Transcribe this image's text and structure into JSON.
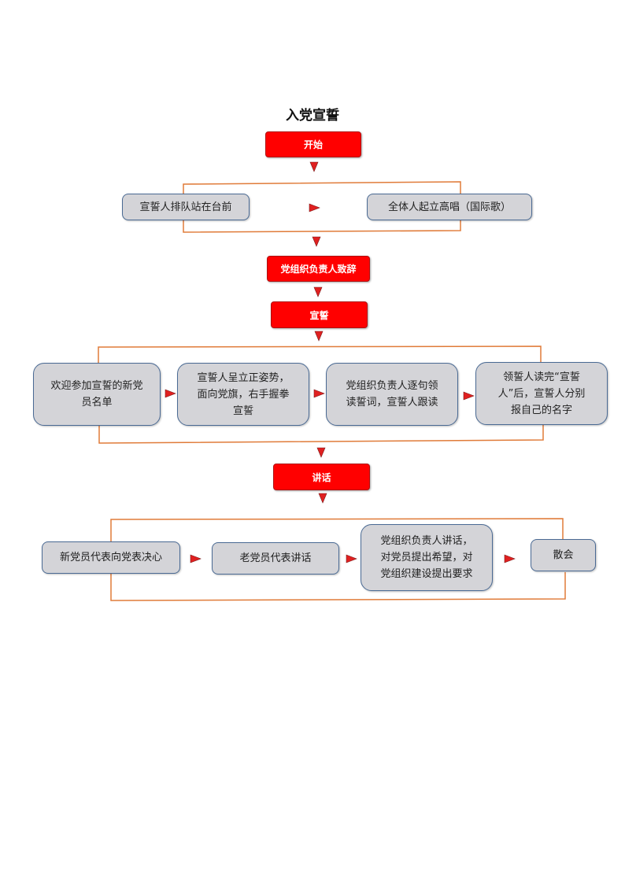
{
  "title": "入党宣誓",
  "steps": {
    "start": "开始",
    "leader_speech": "党组织负责人致辞",
    "oath": "宣誓",
    "speech": "讲话"
  },
  "group1": {
    "a": "宣誓人排队站在台前",
    "b": "全体人起立高唱（国际歌）"
  },
  "group2": {
    "a": "欢迎参加宣誓的新党\n员名单",
    "b": "宣誓人呈立正姿势，\n面向党旗，右手握拳\n宣誓",
    "c": "党组织负责人逐句领\n读誓词，宣誓人跟读",
    "d": "领誓人读完“宣誓\n人”后，宣誓人分别\n报自己的名字"
  },
  "group3": {
    "a": "新党员代表向党表决心",
    "b": "老党员代表讲话",
    "c": "党组织负责人讲话，\n对党员提出希望，对\n党组织建设提出要求",
    "d": "散会"
  },
  "colors": {
    "accent_red": "#ff0000",
    "box_grey": "#d4d4d8",
    "frame_orange": "#e07b39",
    "arrow_red": "#e02020"
  }
}
